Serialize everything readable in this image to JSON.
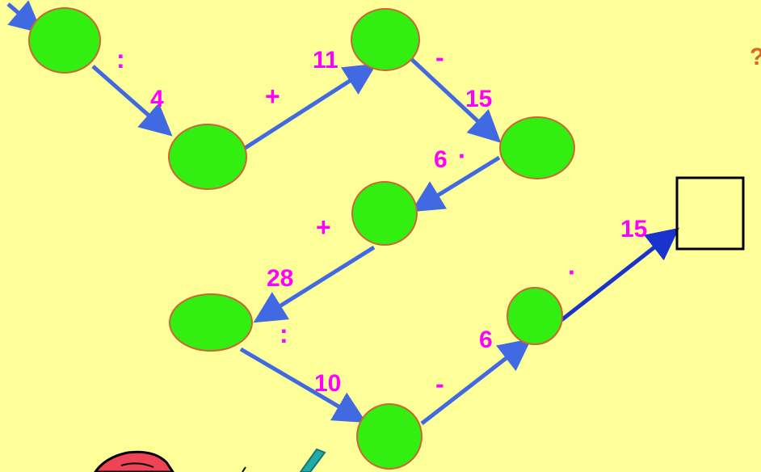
{
  "diagram": {
    "colors": {
      "background": "#ffff99",
      "node_fill": "#33ee11",
      "node_stroke": "#cc6633",
      "arrow": "#4169e1",
      "arrow_dark": "#1a33cc",
      "text": "#ff00ff",
      "question": "#dd6622",
      "box_stroke": "#000000"
    },
    "labels": {
      "op_divide_1": ":",
      "num_4": "4",
      "op_plus_1": "+",
      "num_11": "11",
      "op_minus_1": "-",
      "num_15_a": "15",
      "num_6_a": "6",
      "op_dot_1": "·",
      "op_plus_2": "+",
      "num_28": "28",
      "op_divide_2": ":",
      "num_10": "10",
      "op_minus_2": "-",
      "num_6_b": "6",
      "op_dot_2": "·",
      "num_15_b": "15"
    },
    "question_mark": "?",
    "result_box_value": ""
  }
}
